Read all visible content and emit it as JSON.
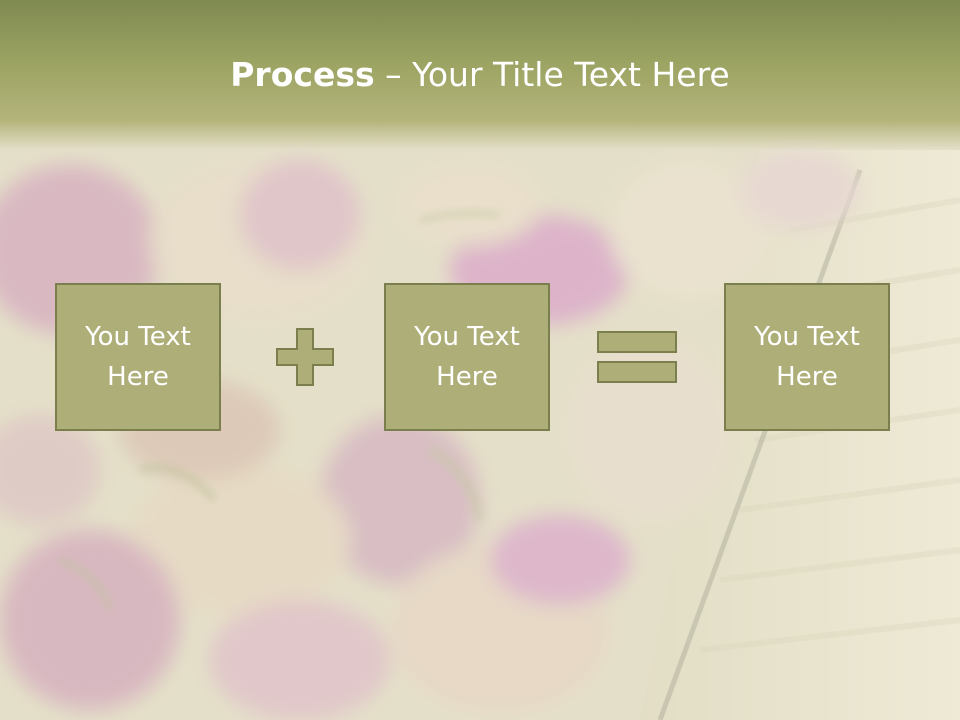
{
  "slide": {
    "title_strong": "Process",
    "title_dash": " – ",
    "title_rest": "Your Title Text Here",
    "colors": {
      "header_top": "#7f8a52",
      "box_fill": "#aeae78",
      "box_border": "#7b7f4d",
      "text": "#ffffff"
    }
  },
  "process": {
    "boxes": [
      {
        "label": "You Text\nHere"
      },
      {
        "label": "You Text\nHere"
      },
      {
        "label": "You Text\nHere"
      }
    ],
    "operators": [
      "plus-icon",
      "equals-icon"
    ]
  }
}
